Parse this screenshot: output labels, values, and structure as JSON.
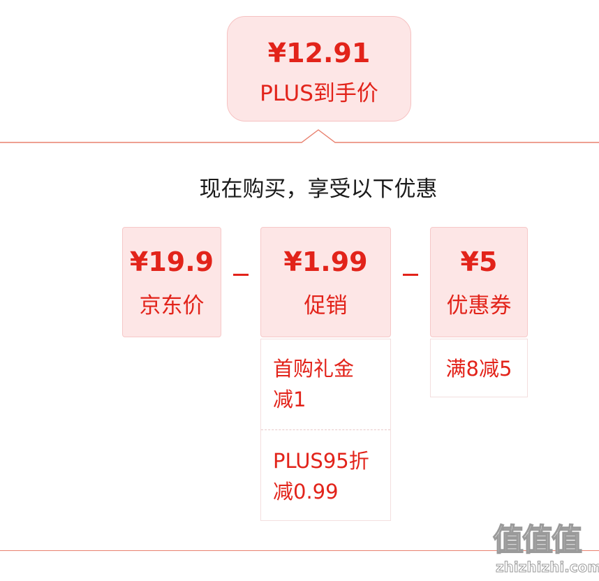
{
  "final": {
    "price": "¥12.91",
    "label": "PLUS到手价"
  },
  "headline": "现在购买，享受以下优惠",
  "items": [
    {
      "price": "¥19.9",
      "label": "京东价"
    },
    {
      "price": "¥1.99",
      "label": "促销"
    },
    {
      "price": "¥5",
      "label": "优惠券"
    }
  ],
  "promotions": {
    "entries": [
      {
        "line1": "首购礼金",
        "line2": "减1"
      },
      {
        "line1": "PLUS95折",
        "line2": "减0.99"
      }
    ]
  },
  "coupon": {
    "entries": [
      {
        "text": "满8减5"
      }
    ]
  },
  "watermark": {
    "glyphs": "值值值",
    "domain": "zhizhizhi.com"
  },
  "colors": {
    "accent": "#e2231a",
    "box_bg": "#fde6e6",
    "divider": "#e8806e"
  }
}
